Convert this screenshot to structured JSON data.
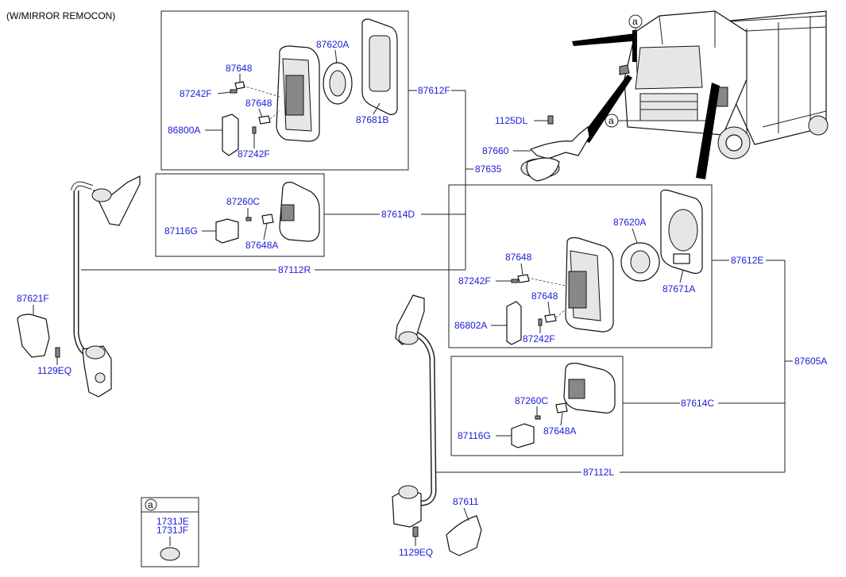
{
  "caption": "(W/MIRROR REMOCON)",
  "callout_letter": "a",
  "labels": {
    "p87648_top": "87648",
    "p87620A_top": "87620A",
    "p87242F_top": "87242F",
    "p87648_top2": "87648",
    "p86800A": "86800A",
    "p87242F_top2": "87242F",
    "p87681B": "87681B",
    "p87612F": "87612F",
    "p1125DL": "1125DL",
    "p87660": "87660",
    "p87635": "87635",
    "p87260C_top": "87260C",
    "p87116G_top": "87116G",
    "p87648A_top": "87648A",
    "p87614D": "87614D",
    "p87112R": "87112R",
    "p87621F": "87621F",
    "p1129EQ_left": "1129EQ",
    "p87620A_right": "87620A",
    "p87648_right": "87648",
    "p87242F_right": "87242F",
    "p87648_right2": "87648",
    "p86802A": "86802A",
    "p87242F_right2": "87242F",
    "p87671A": "87671A",
    "p87612E": "87612E",
    "p87605A": "87605A",
    "p87260C_right": "87260C",
    "p87614C": "87614C",
    "p87116G_right": "87116G",
    "p87648A_right": "87648A",
    "p87112L": "87112L",
    "p87611": "87611",
    "p1129EQ_bottom": "1129EQ",
    "p1731JE": "1731JE",
    "p1731JF": "1731JF"
  }
}
